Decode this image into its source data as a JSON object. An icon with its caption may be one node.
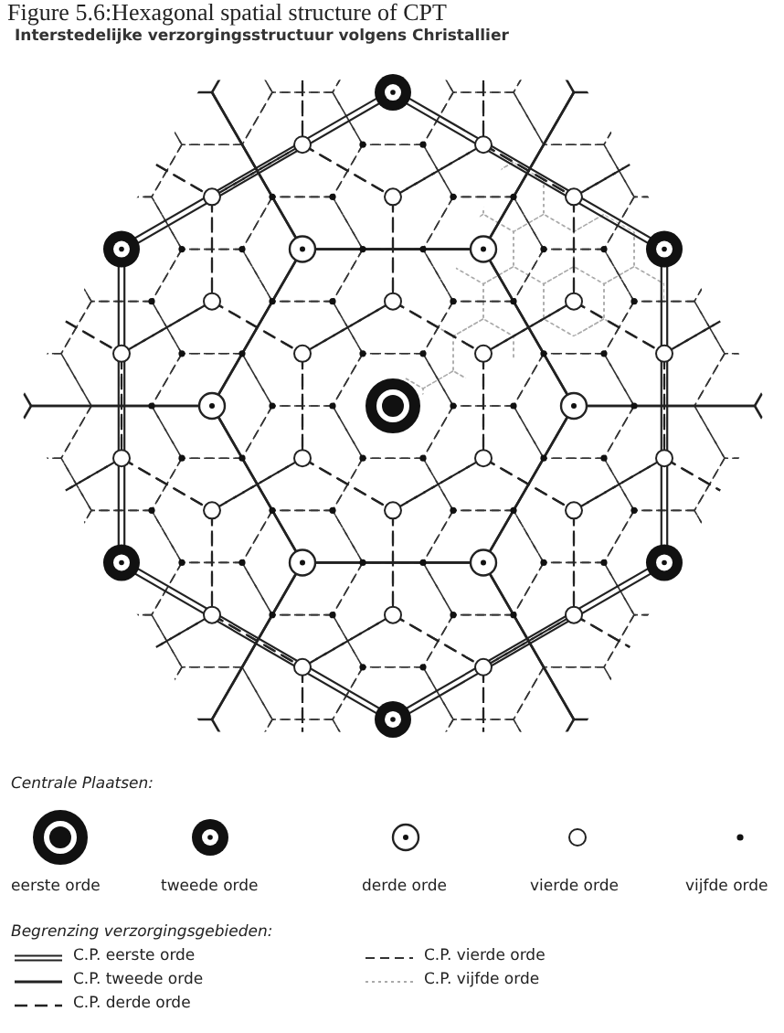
{
  "diagram": {
    "caption": "Figure 5.6:Hexagonal spatial structure of CPT",
    "title": "Interstedelijke verzorgingsstructuur volgens Christallier",
    "labels": [
      "Centrale Plaatsen:",
      "Begrenzing verzorgingsgebieden:"
    ],
    "legend": [
      {
        "text": "eerste orde"
      },
      {
        "text": "tweede orde"
      },
      {
        "text": "derde orde"
      },
      {
        "text": "vierde orde"
      },
      {
        "text": "vijfde orde"
      },
      {
        "text": "C.P. eerste orde"
      },
      {
        "text": "C.P. tweede orde"
      },
      {
        "text": "C.P. derde orde"
      },
      {
        "text": "C.P. vierde orde"
      },
      {
        "text": "C.P. vijfde orde"
      }
    ]
  }
}
